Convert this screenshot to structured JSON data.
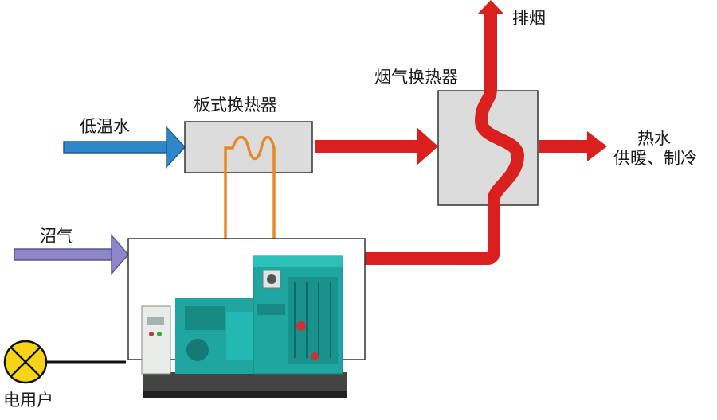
{
  "labels": {
    "low_temp_water": "低温水",
    "plate_heat_exchanger": "板式换热器",
    "flue_gas_heat_exchanger": "烟气换热器",
    "exhaust_smoke": "排烟",
    "hot_water": "热水",
    "heating_cooling": "供暖、制冷",
    "biogas": "沼气",
    "electricity_user": "电用户"
  },
  "icons": {
    "lamp": "lamp-icon",
    "generator": "generator-icon"
  },
  "colors": {
    "cold_water_arrow": "#2f86c8",
    "hot_pipe": "#d9201f",
    "heat_loop": "#e58a2a",
    "biogas_arrow": "#8e86c6",
    "exchanger_fill": "#dcdcdc",
    "lamp_fill": "#f5d418",
    "generator_body": "#1fa6a0"
  }
}
